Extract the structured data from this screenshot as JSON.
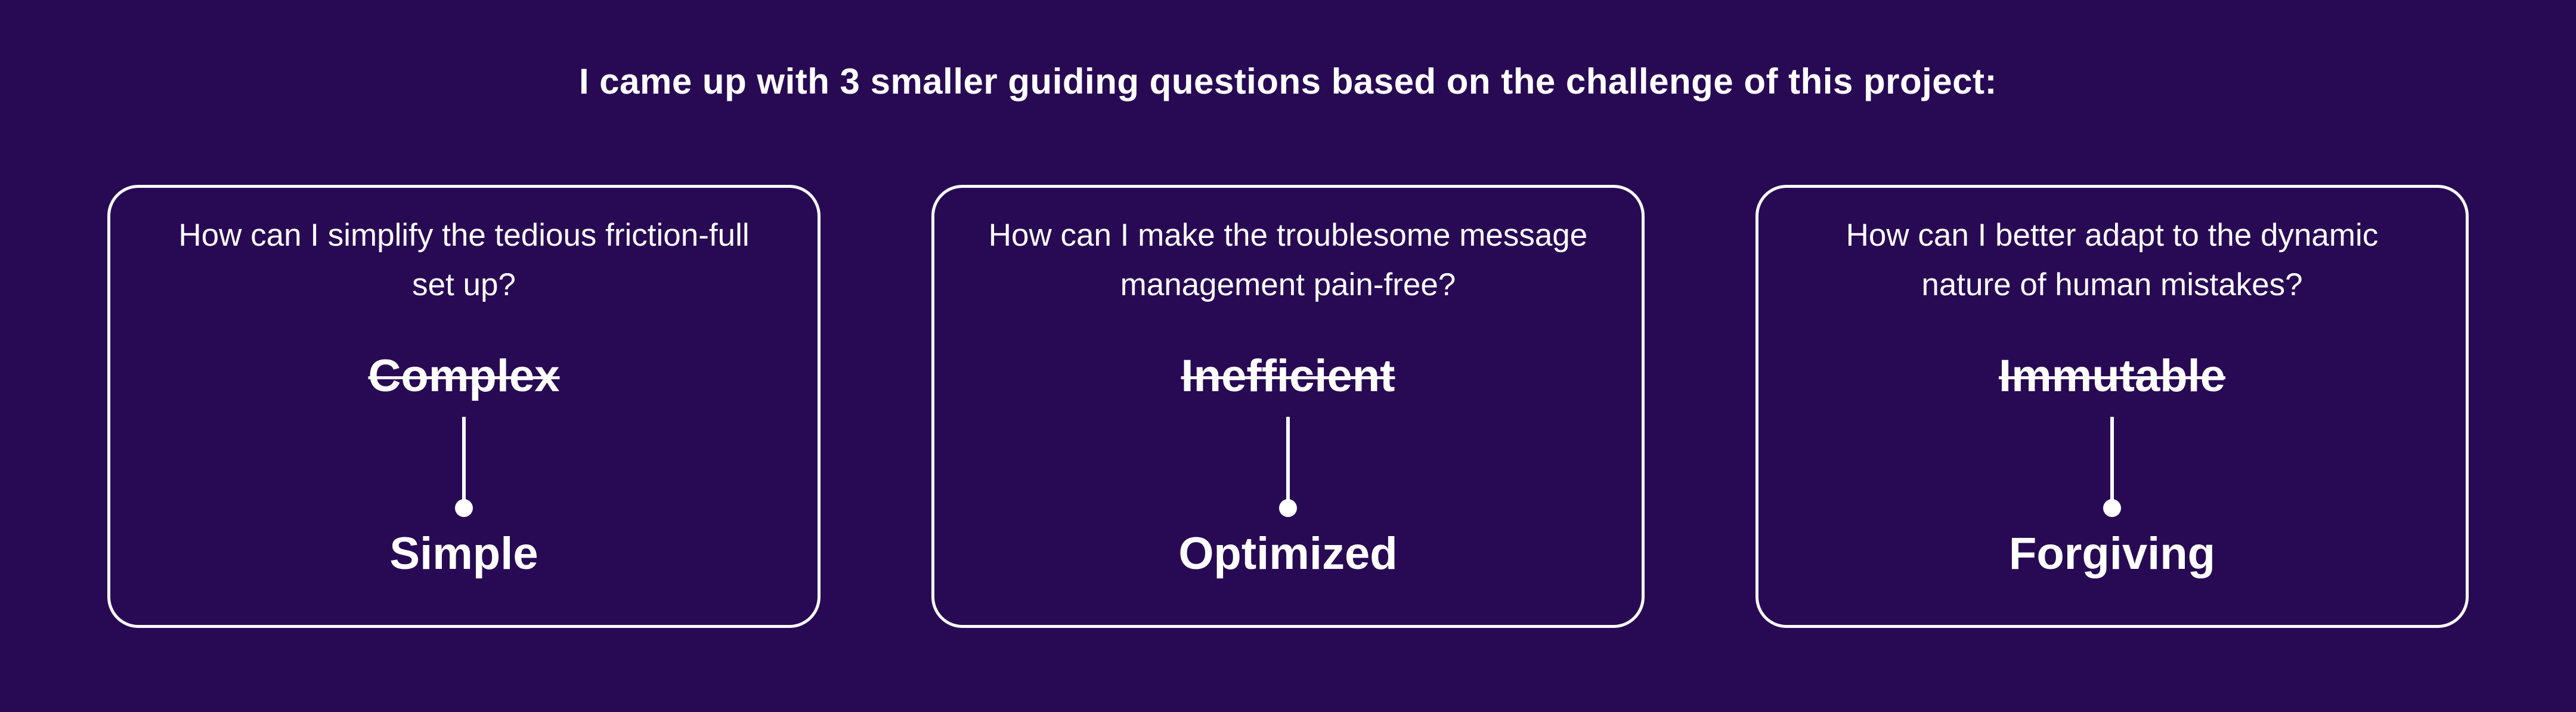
{
  "page": {
    "heading": "I came up with 3 smaller guiding questions based on the challenge of this project:",
    "colors": {
      "background": "#280a54",
      "text": "#ffffff",
      "card_border": "#ffffff",
      "connector": "#ffffff"
    }
  },
  "cards": [
    {
      "question_line1": "How can I simplify the tedious friction-full",
      "question_line2": "set up?",
      "old_term": "Complex",
      "new_term": "Simple"
    },
    {
      "question_line1": "How can I make the troublesome message",
      "question_line2": "management pain-free?",
      "old_term": "Inefficient",
      "new_term": "Optimized"
    },
    {
      "question_line1": "How can I better adapt to the dynamic",
      "question_line2": "nature of human mistakes?",
      "old_term": "Immutable",
      "new_term": "Forgiving"
    }
  ]
}
